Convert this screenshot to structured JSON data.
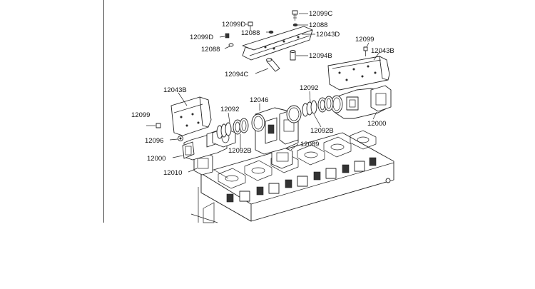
{
  "diagram": {
    "labels": {
      "p12099C": "12099C",
      "p12099D_top": "12099D",
      "p12088_top": "12088",
      "p12088_mid": "12088",
      "p12043D": "12043D",
      "p12099D_left": "12099D",
      "p12088_left": "12088",
      "p12094B": "12094B",
      "p12094C": "12094C",
      "p12099_right": "12099",
      "p12043B_right": "12043B",
      "p12046": "12046",
      "p12092_right": "12092",
      "p12043B_left": "12043B",
      "p12092_left": "12092",
      "p12099_left": "12099",
      "p12096": "12096",
      "p12092B_right": "12092B",
      "p12092B_left": "12092B",
      "p12000_right": "12000",
      "p12089": "12089",
      "p12000_left": "12000",
      "p12010": "12010"
    }
  }
}
